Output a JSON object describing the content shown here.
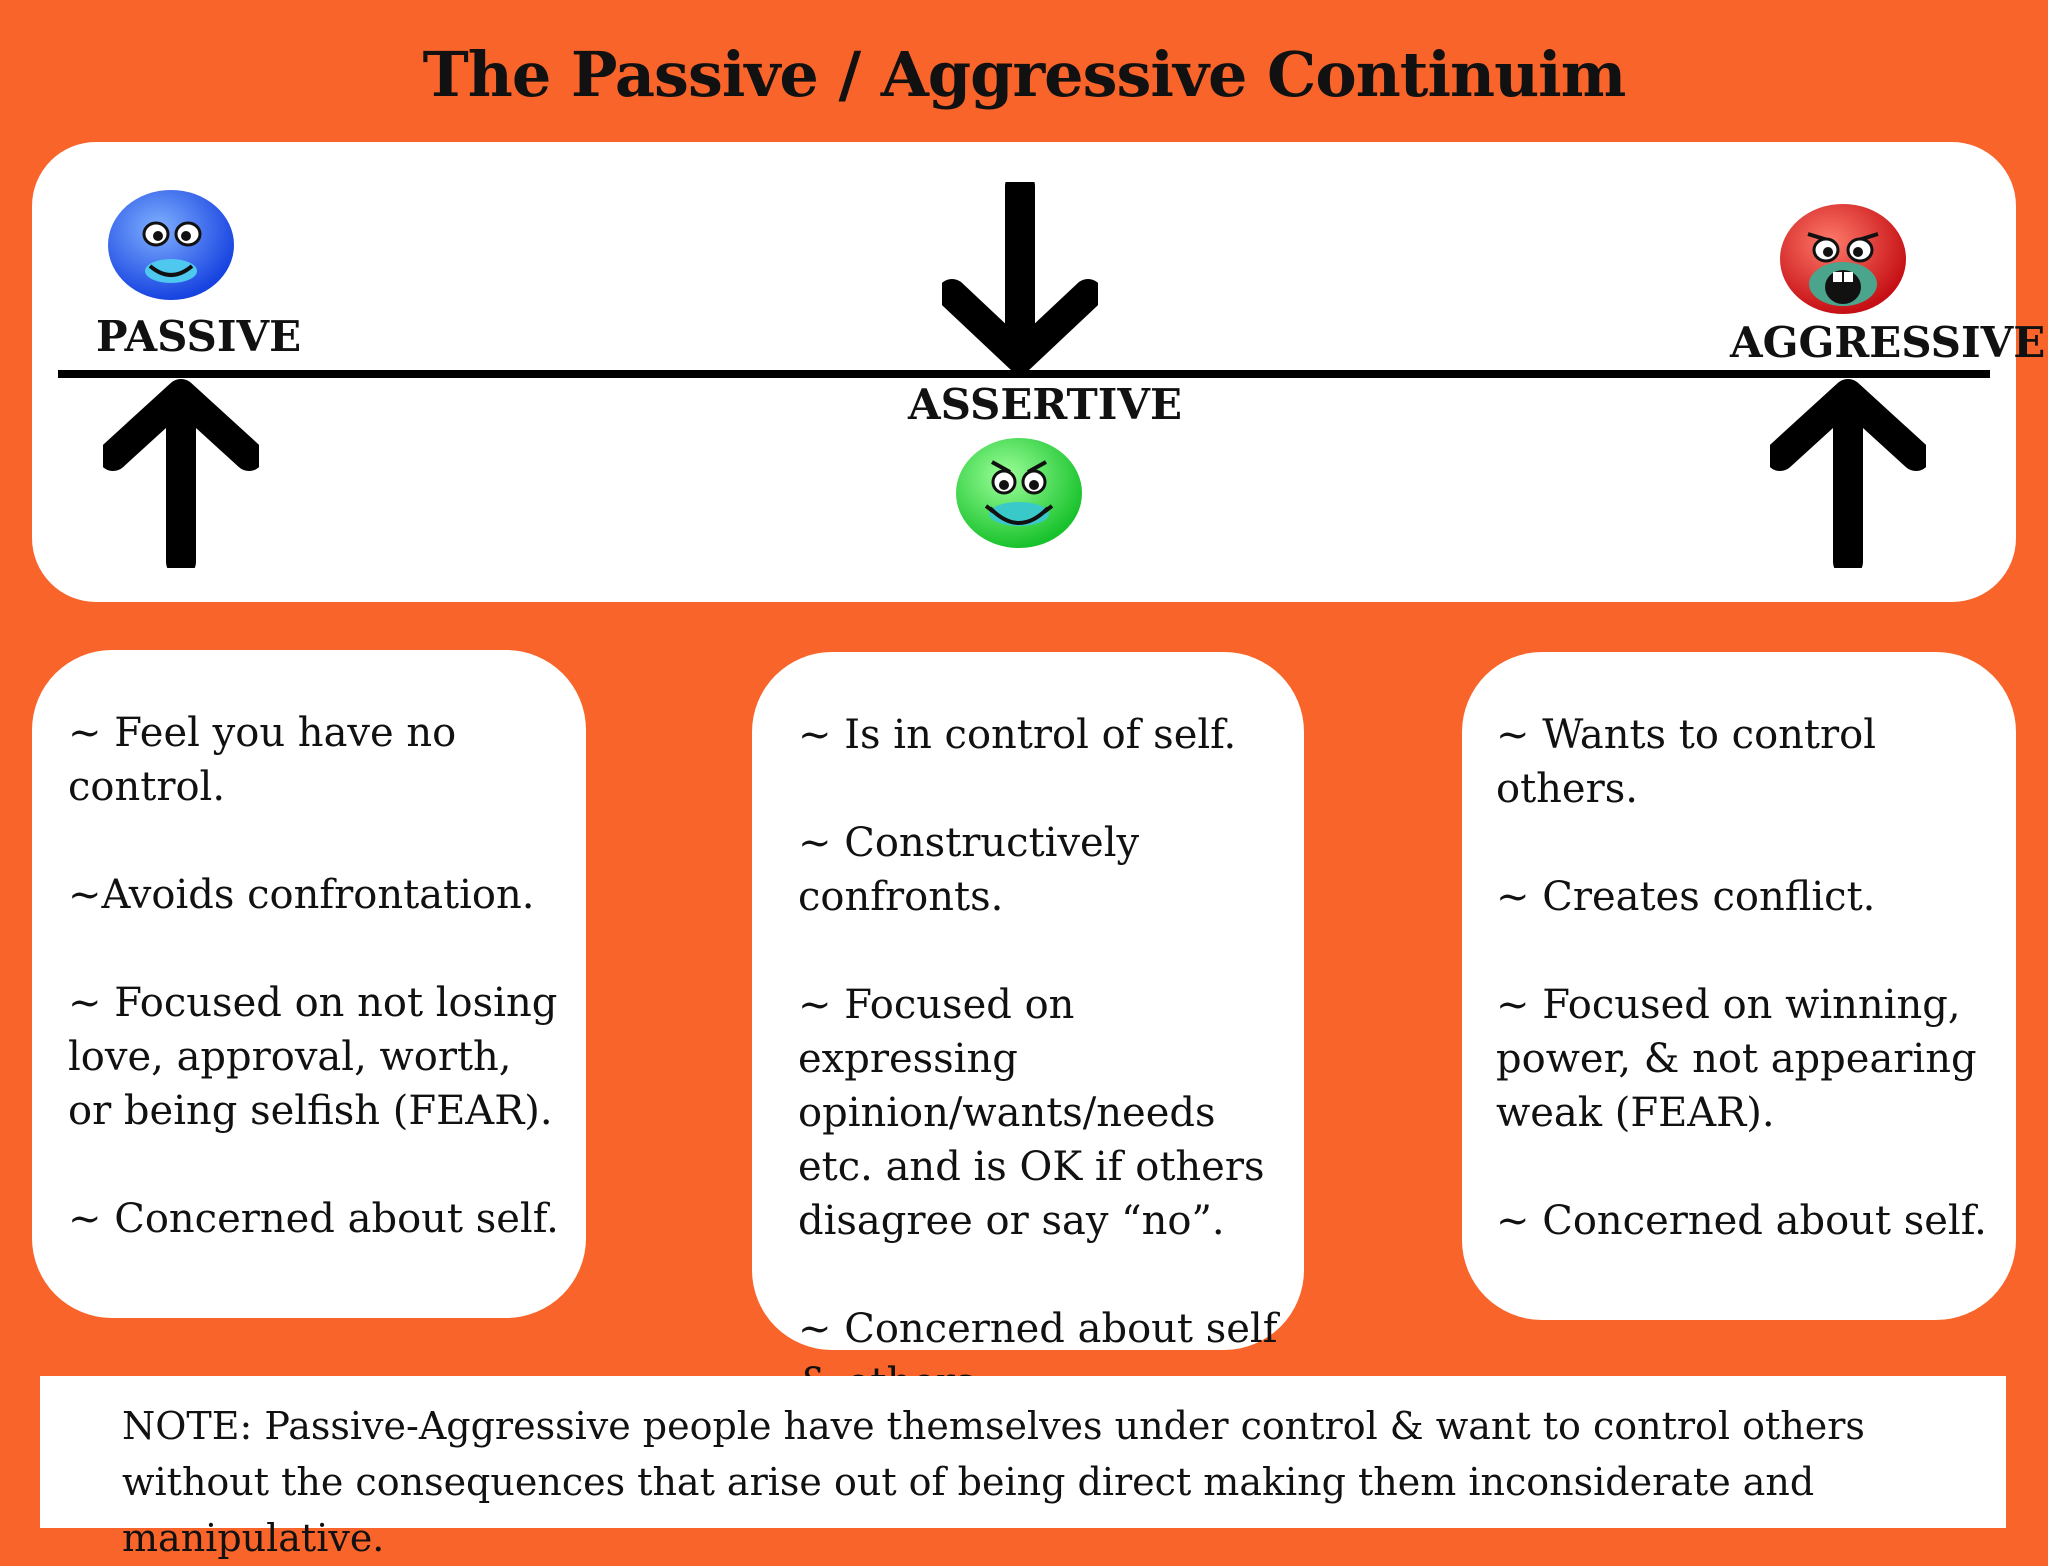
{
  "title": "The Passive / Aggressive Continuim",
  "scale": {
    "passive_label": "PASSIVE",
    "assertive_label": "ASSERTIVE",
    "aggressive_label": "AGGRESSIVE"
  },
  "faces": {
    "passive": {
      "icon": "blue-smiley-face-icon",
      "color": "#2d62f5"
    },
    "assertive": {
      "icon": "green-smiley-face-icon",
      "color": "#2bd93f"
    },
    "aggressive": {
      "icon": "red-angry-face-icon",
      "color": "#e11f22"
    }
  },
  "boxes": {
    "passive": {
      "items": [
        "~ Feel you have no control.",
        "~Avoids confrontation.",
        "~ Focused on not losing love, approval, worth, or being selfish (FEAR).",
        "~ Concerned about self."
      ]
    },
    "assertive": {
      "items": [
        "~  Is in control of self.",
        "~ Constructively confronts.",
        "~ Focused on expressing opinion/wants/needs etc. and is OK if others disagree or say “no”.",
        "~ Concerned about self & others"
      ]
    },
    "aggressive": {
      "items": [
        "~  Wants to control others.",
        "~ Creates conflict.",
        "~ Focused on winning, power, & not appearing weak (FEAR).",
        "~ Concerned about self."
      ]
    }
  },
  "note": "NOTE: Passive-Aggressive people have themselves under control & want to control others without the consequences that arise out of being direct making them inconsiderate and manipulative.",
  "colors": {
    "background": "#f9642a",
    "panel": "#ffffff",
    "ink": "#000000"
  }
}
